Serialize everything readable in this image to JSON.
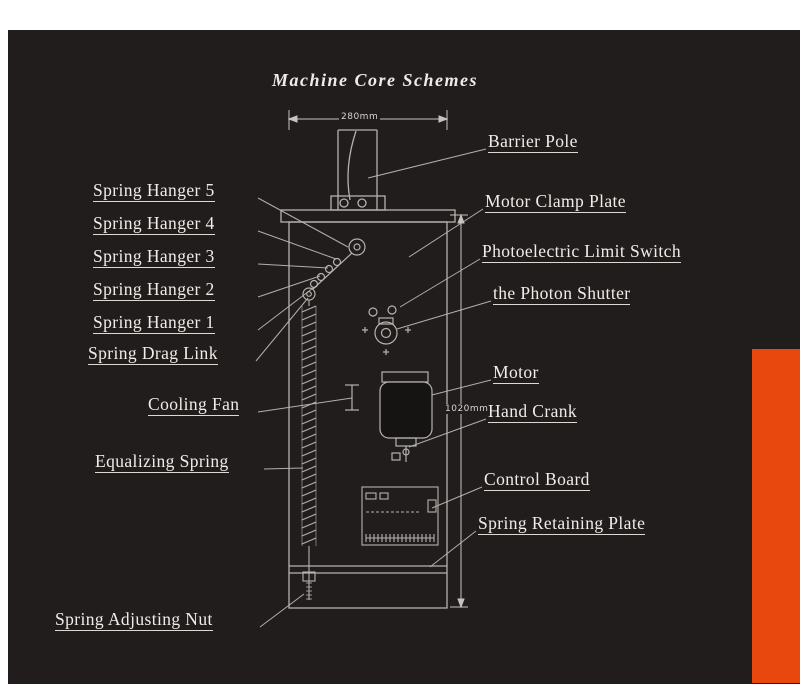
{
  "page": {
    "title": "Machine Core Schemes"
  },
  "colors": {
    "panel_background": "#201d1c",
    "accent_orange": "#e8470e",
    "label_text": "#f0ede8",
    "drawing_lines": "#b5b3ae"
  },
  "dimensions": {
    "width_label": "280mm",
    "height_label": "1020mm"
  },
  "labels": {
    "left": [
      {
        "text": "Spring Hanger 5"
      },
      {
        "text": "Spring Hanger 4"
      },
      {
        "text": "Spring Hanger 3"
      },
      {
        "text": "Spring Hanger 2"
      },
      {
        "text": "Spring Hanger 1"
      },
      {
        "text": "Spring Drag Link"
      },
      {
        "text": "Cooling Fan"
      },
      {
        "text": "Equalizing Spring"
      },
      {
        "text": "Spring Adjusting Nut"
      }
    ],
    "right": [
      {
        "text": "Barrier Pole"
      },
      {
        "text": "Motor Clamp Plate"
      },
      {
        "text": "Photoelectric Limit Switch"
      },
      {
        "text": "the Photon Shutter"
      },
      {
        "text": "Motor"
      },
      {
        "text": "Hand Crank"
      },
      {
        "text": "Control Board"
      },
      {
        "text": "Spring Retaining Plate"
      }
    ]
  }
}
